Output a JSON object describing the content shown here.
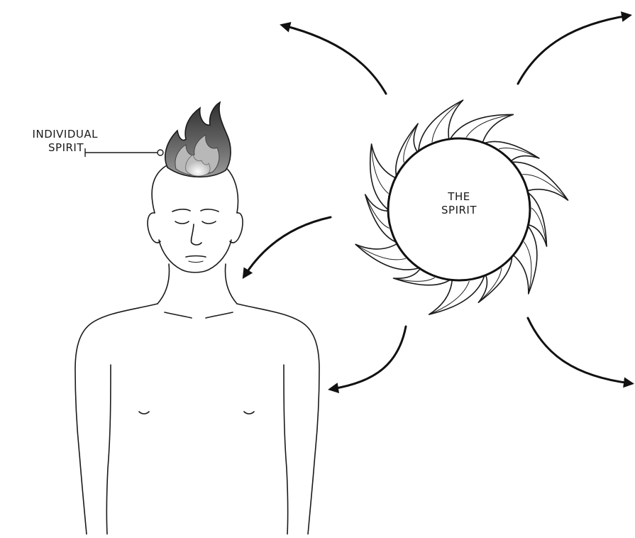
{
  "labels": {
    "individual_spirit_line1": "INDIVIDUAL",
    "individual_spirit_line2": "SPIRIT",
    "the_spirit_line1": "THE",
    "the_spirit_line2": "SPIRIT"
  },
  "colors": {
    "ink": "#1a1a1a",
    "flame_dark": "#3a3a3a",
    "flame_mid": "#7a7a7a",
    "flame_light": "#e8e8e8",
    "background": "#ffffff"
  },
  "icons": [
    "flame-icon",
    "sun-icon",
    "arrow-icon"
  ]
}
